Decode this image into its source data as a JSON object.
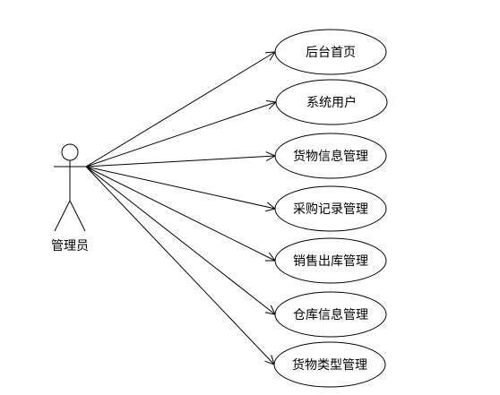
{
  "actor": {
    "label": "管理员"
  },
  "use_cases": [
    {
      "id": "uc-backend-home",
      "label": "后台首页"
    },
    {
      "id": "uc-system-users",
      "label": "系统用户"
    },
    {
      "id": "uc-goods-info",
      "label": "货物信息管理"
    },
    {
      "id": "uc-purchase-records",
      "label": "采购记录管理"
    },
    {
      "id": "uc-sales-outbound",
      "label": "销售出库管理"
    },
    {
      "id": "uc-warehouse-info",
      "label": "仓库信息管理"
    },
    {
      "id": "uc-goods-types",
      "label": "货物类型管理"
    }
  ],
  "colors": {
    "line": "#000000",
    "background": "#ffffff"
  }
}
